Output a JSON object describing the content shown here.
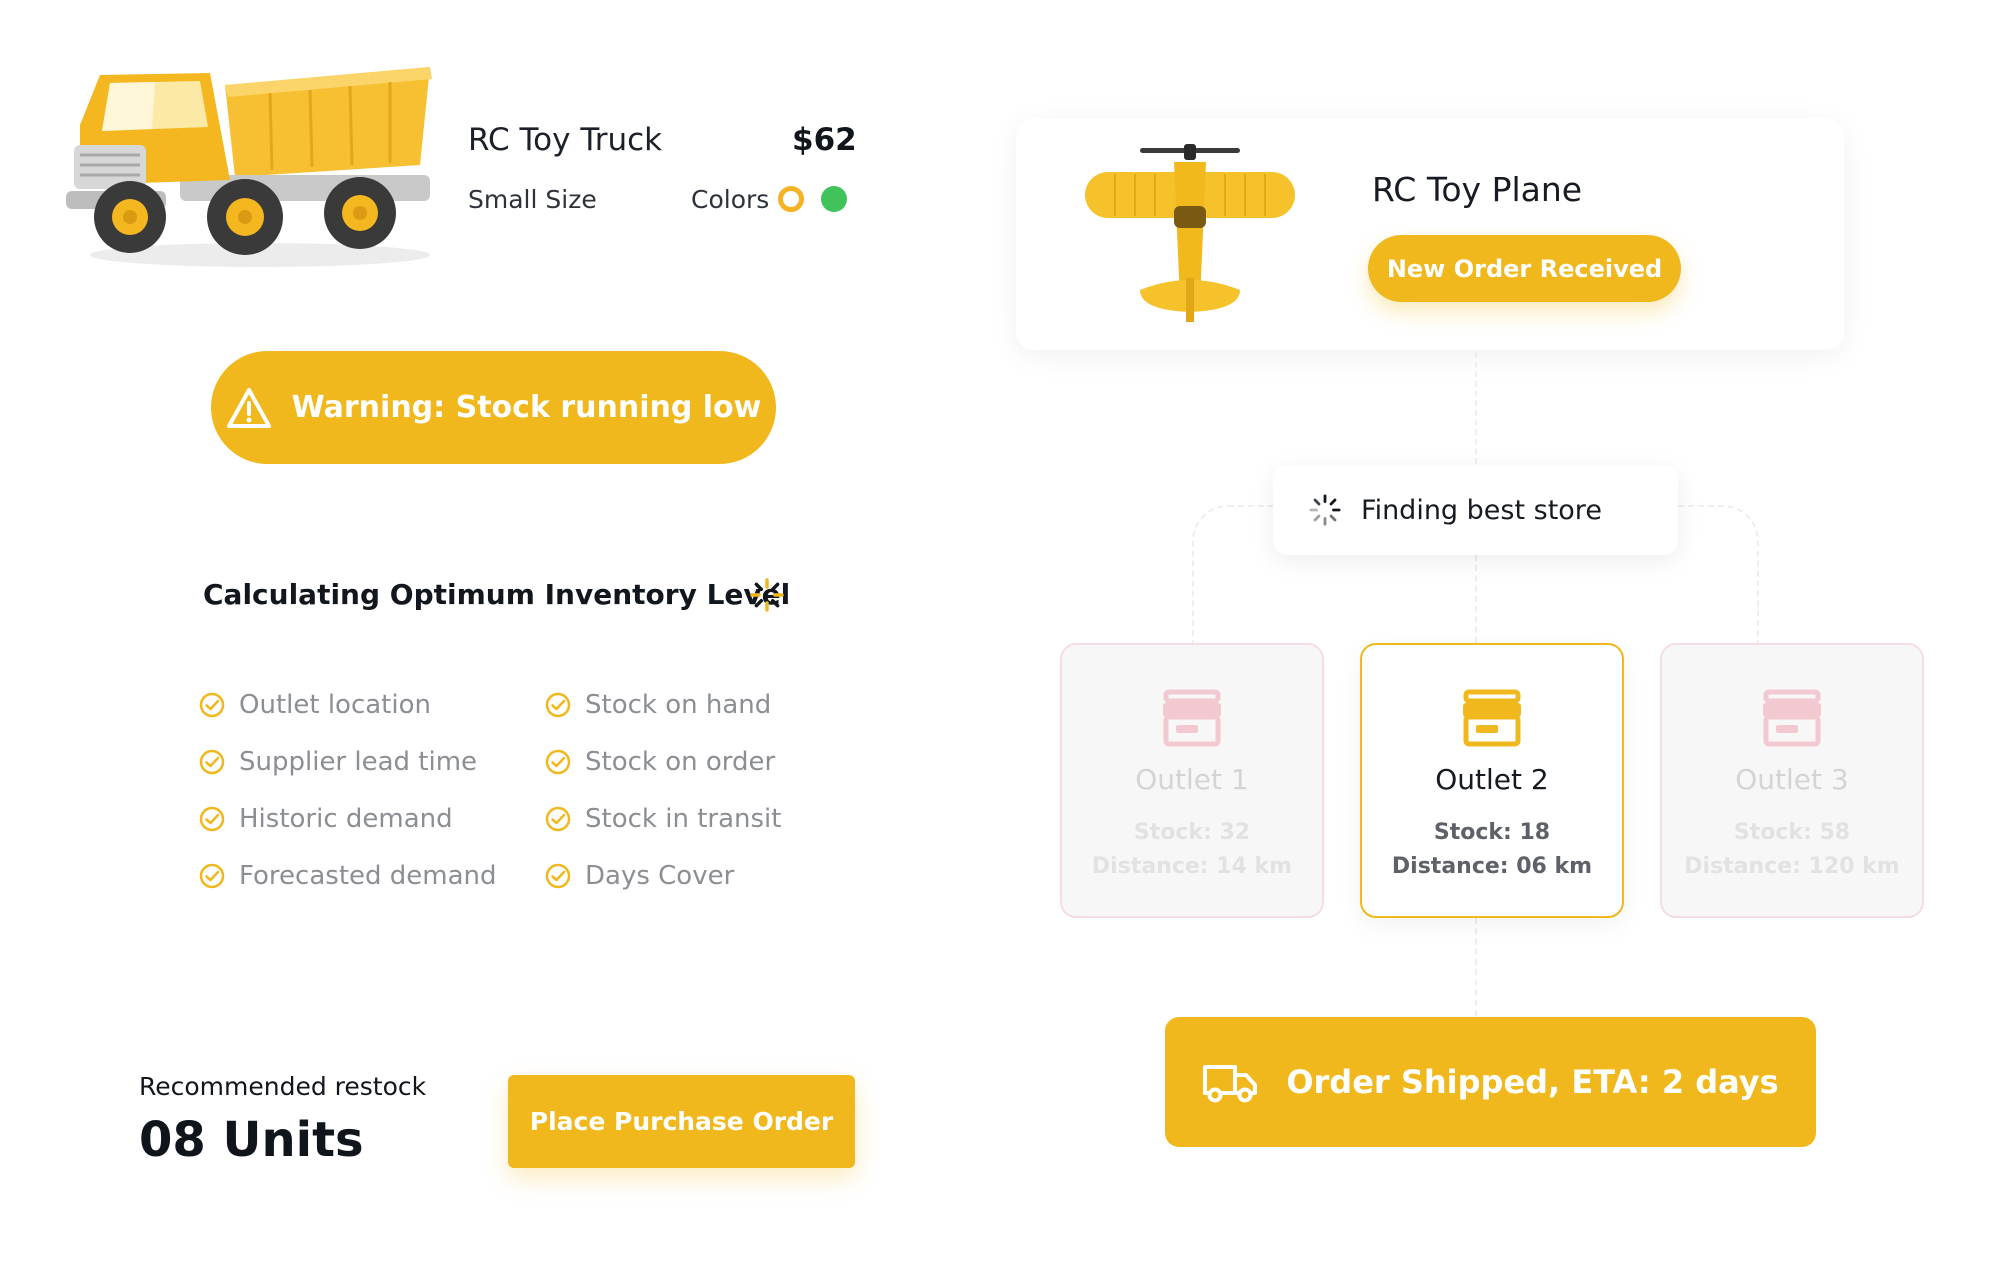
{
  "product": {
    "name": "RC Toy Truck",
    "price": "$62",
    "size": "Small Size",
    "colors_label": "Colors",
    "colors": [
      "#f5b324",
      "#3fc35a"
    ]
  },
  "warning": {
    "label": "Warning: Stock running low",
    "icon": "warning-triangle-icon"
  },
  "calculation": {
    "title": "Calculating Optimum Inventory Level",
    "factors_left": [
      "Outlet location",
      "Supplier lead time",
      "Historic demand",
      "Forecasted demand"
    ],
    "factors_right": [
      "Stock on hand",
      "Stock on order",
      "Stock in transit",
      "Days Cover"
    ]
  },
  "recommendation": {
    "label": "Recommended restock",
    "value": "08 Units",
    "button_label": "Place Purchase Order"
  },
  "order": {
    "product_name": "RC Toy Plane",
    "status_label": "New Order Received"
  },
  "finding": {
    "label": "Finding best store"
  },
  "outlets": [
    {
      "name": "Outlet 1",
      "stock": "Stock: 32",
      "distance": "Distance: 14 km"
    },
    {
      "name": "Outlet 2",
      "stock": "Stock: 18",
      "distance": "Distance: 06 km"
    },
    {
      "name": "Outlet 3",
      "stock": "Stock: 58",
      "distance": "Distance: 120 km"
    }
  ],
  "shipment": {
    "label": "Order Shipped, ETA: 2 days",
    "icon": "delivery-truck-icon"
  },
  "colors": {
    "accent": "#f0b81c",
    "dim_border": "#f5dde2",
    "dim_icon": "#f3c9d1"
  }
}
